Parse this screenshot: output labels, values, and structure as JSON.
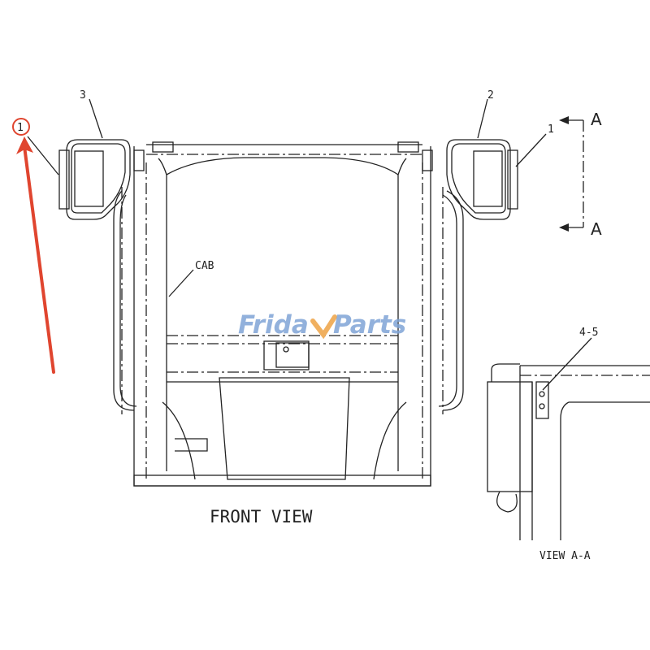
{
  "diagram": {
    "callouts": {
      "left_mirror": "3",
      "right_mirror": "2",
      "right_glass": "1",
      "left_glass_highlighted": "1",
      "cab": "CAB",
      "detail_bolts": "4-5"
    },
    "section_marker_top": "A",
    "section_marker_bottom": "A",
    "front_view_title": "FRONT VIEW",
    "detail_view_title": "VIEW A-A",
    "watermark": "FridayParts",
    "highlight_color": "#e0452f",
    "watermark_color": "#7fa4d6",
    "watermark_accent_color": "#f0b060"
  }
}
